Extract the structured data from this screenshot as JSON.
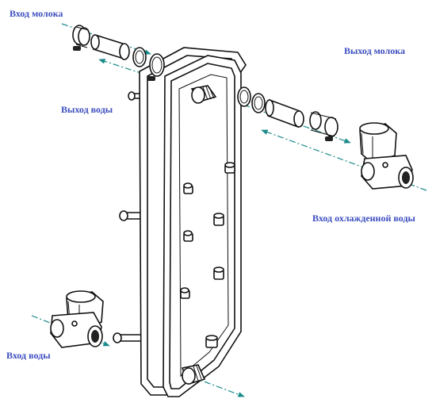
{
  "labels": {
    "milk_in": "Вход молока",
    "milk_out": "Выход молока",
    "water_out": "Выход воды",
    "cooled_water_in": "Вход охлажденной воды",
    "water_in": "Вход воды"
  },
  "colors": {
    "label": "#3b4dbf",
    "flow_line": "#1b8a8a",
    "outline": "#111111"
  }
}
